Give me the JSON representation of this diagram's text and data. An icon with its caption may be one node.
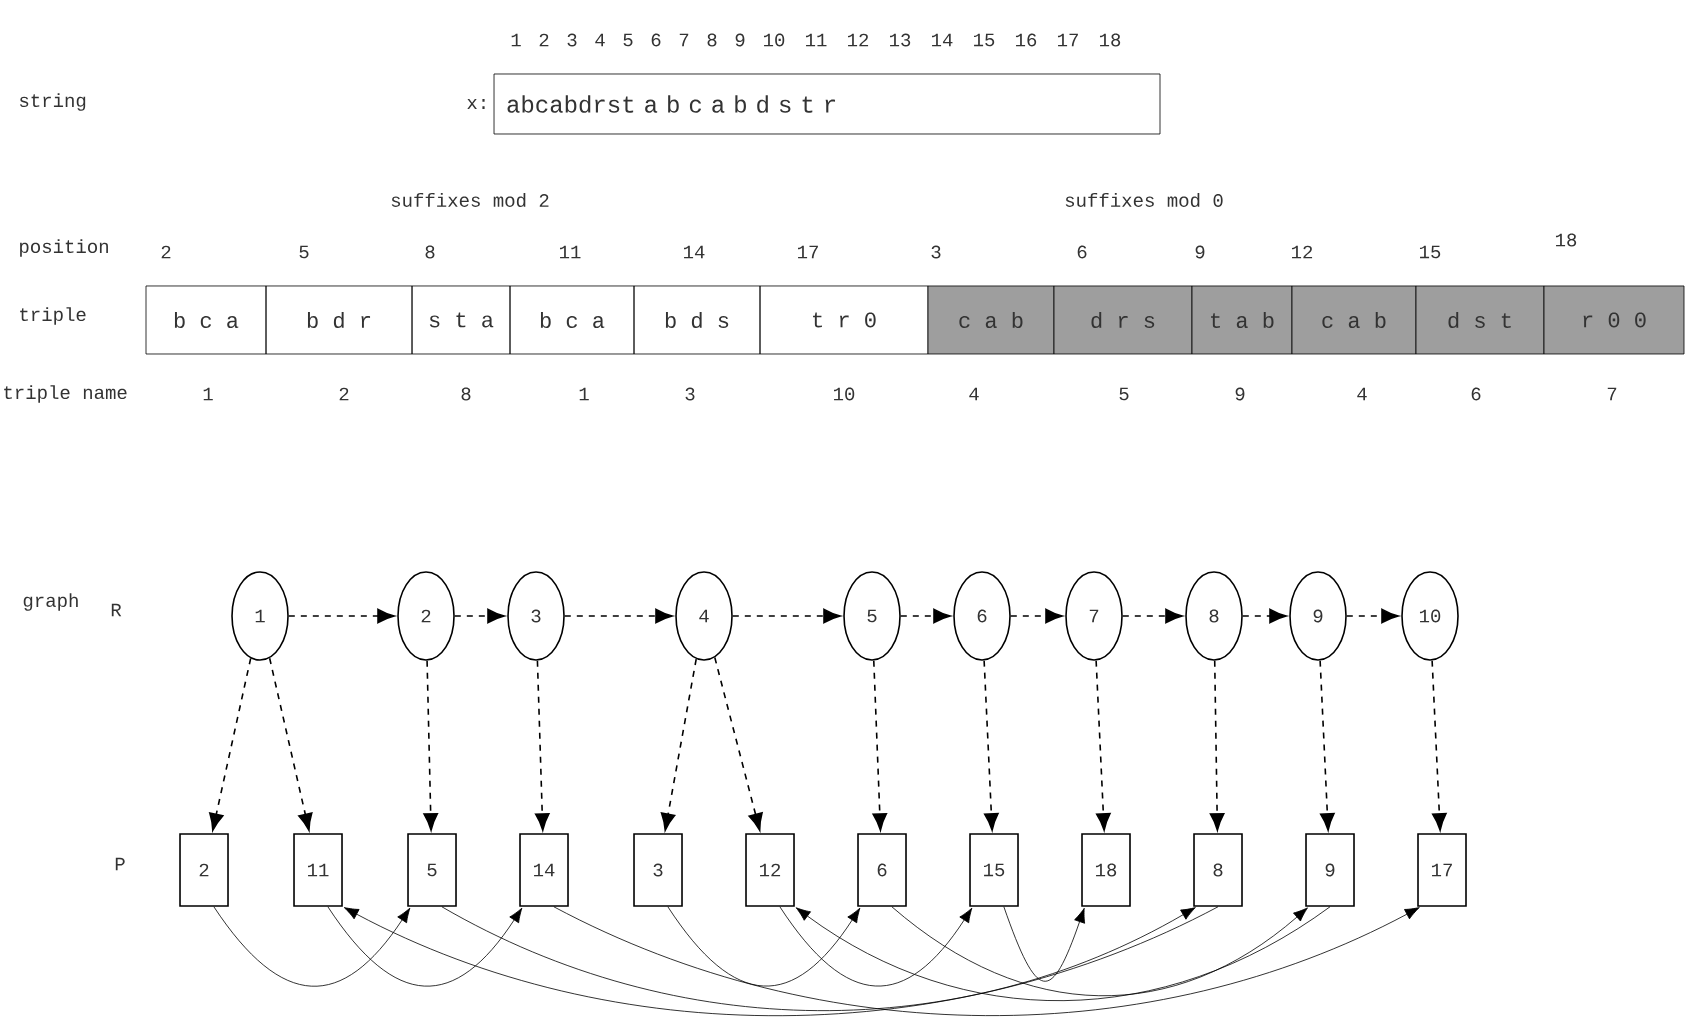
{
  "diagram": {
    "nodes": [
      {
        "text": [
          "abcabdrst a b c a b d s t r"
        ],
        "beside": [
          "x:"
        ]
      },
      {
        "text": [
          "b c a"
        ]
      },
      {
        "text": [
          "b d r"
        ]
      },
      {
        "text": [
          "s t a"
        ]
      },
      {
        "text": [
          "b c a"
        ]
      },
      {
        "text": [
          "b d s"
        ]
      },
      {
        "text": [
          "t r 0"
        ]
      },
      {
        "text": [
          "c a b"
        ]
      },
      {
        "text": [
          "d r s"
        ]
      },
      {
        "text": [
          "t a b"
        ]
      },
      {
        "text": [
          "c a b"
        ]
      },
      {
        "text": [
          "d s t"
        ]
      },
      {
        "text": [
          "r 0 0"
        ]
      },
      {
        "text": [
          "1"
        ]
      },
      {
        "text": [
          "2"
        ]
      },
      {
        "text": [
          "3"
        ]
      },
      {
        "text": [
          "4"
        ]
      },
      {
        "text": [
          "5"
        ]
      },
      {
        "text": [
          "6"
        ]
      },
      {
        "text": [
          "7"
        ]
      },
      {
        "text": [
          "8"
        ]
      },
      {
        "text": [
          "9"
        ]
      },
      {
        "text": [
          "10"
        ]
      },
      {
        "text": [
          "2"
        ]
      },
      {
        "text": [
          "11"
        ]
      },
      {
        "text": [
          "5"
        ]
      },
      {
        "text": [
          "14"
        ]
      },
      {
        "text": [
          "3"
        ]
      },
      {
        "text": [
          "12"
        ]
      },
      {
        "text": [
          "6"
        ]
      },
      {
        "text": [
          "15"
        ]
      },
      {
        "text": [
          "18"
        ]
      },
      {
        "text": [
          "8"
        ]
      },
      {
        "text": [
          "9"
        ]
      },
      {
        "text": [
          "17"
        ]
      }
    ],
    "edges": [
      {
        "from": 13,
        "to": 14,
        "arrow": "to",
        "style": "dashed"
      },
      {
        "from": 14,
        "to": 15,
        "arrow": "to",
        "style": "dashed"
      },
      {
        "from": 15,
        "to": 16,
        "arrow": "to",
        "style": "dashed"
      },
      {
        "from": 16,
        "to": 17,
        "arrow": "to",
        "style": "dashed"
      },
      {
        "from": 17,
        "to": 18,
        "arrow": "to",
        "style": "dashed"
      },
      {
        "from": 18,
        "to": 19,
        "arrow": "to",
        "style": "dashed"
      },
      {
        "from": 19,
        "to": 20,
        "arrow": "to",
        "style": "dashed"
      },
      {
        "from": 20,
        "to": 21,
        "arrow": "to",
        "style": "dashed"
      },
      {
        "from": 21,
        "to": 22,
        "arrow": "to",
        "style": "dashed"
      },
      {
        "from": 13,
        "to": 23,
        "arrow": "to",
        "style": "dashed"
      },
      {
        "from": 13,
        "to": 24,
        "arrow": "to",
        "style": "dashed"
      },
      {
        "from": 14,
        "to": 25,
        "arrow": "to",
        "style": "dashed"
      },
      {
        "from": 15,
        "to": 26,
        "arrow": "to",
        "style": "dashed"
      },
      {
        "from": 16,
        "to": 27,
        "arrow": "to",
        "style": "dashed"
      },
      {
        "from": 16,
        "to": 28,
        "arrow": "to",
        "style": "dashed"
      },
      {
        "from": 17,
        "to": 29,
        "arrow": "to",
        "style": "dashed"
      },
      {
        "from": 18,
        "to": 30,
        "arrow": "to",
        "style": "dashed"
      },
      {
        "from": 19,
        "to": 31,
        "arrow": "to",
        "style": "dashed"
      },
      {
        "from": 20,
        "to": 32,
        "arrow": "to",
        "style": "dashed"
      },
      {
        "from": 21,
        "to": 33,
        "arrow": "to",
        "style": "dashed"
      },
      {
        "from": 22,
        "to": 34,
        "arrow": "to",
        "style": "dashed"
      },
      {
        "from": 23,
        "to": 25,
        "arrow": "to"
      },
      {
        "from": 25,
        "to": 32,
        "arrow": "to"
      },
      {
        "from": 32,
        "to": 24,
        "arrow": "to"
      },
      {
        "from": 24,
        "to": 26,
        "arrow": "to"
      },
      {
        "from": 26,
        "to": 34,
        "arrow": "to"
      },
      {
        "from": 27,
        "to": 29,
        "arrow": "to"
      },
      {
        "from": 29,
        "to": 33,
        "arrow": "to"
      },
      {
        "from": 33,
        "to": 28,
        "arrow": "to"
      },
      {
        "from": 28,
        "to": 30,
        "arrow": "to"
      },
      {
        "from": 30,
        "to": 31,
        "arrow": "to"
      }
    ],
    "labels": [
      "1",
      "2",
      "3",
      "4",
      "5",
      "6",
      "7",
      "8",
      "9",
      "10",
      "11",
      "12",
      "13",
      "14",
      "15",
      "16",
      "17",
      "18",
      "string",
      "suffixes mod 2",
      "suffixes mod 0",
      "position",
      "2",
      "5",
      "8",
      "11",
      "14",
      "17",
      "3",
      "6",
      "9",
      "12",
      "15",
      "18",
      "triple",
      "triple name",
      "1",
      "2",
      "8",
      "1",
      "3",
      "10",
      "4",
      "5",
      "9",
      "4",
      "6",
      "7",
      "graph",
      "R",
      "P"
    ]
  }
}
